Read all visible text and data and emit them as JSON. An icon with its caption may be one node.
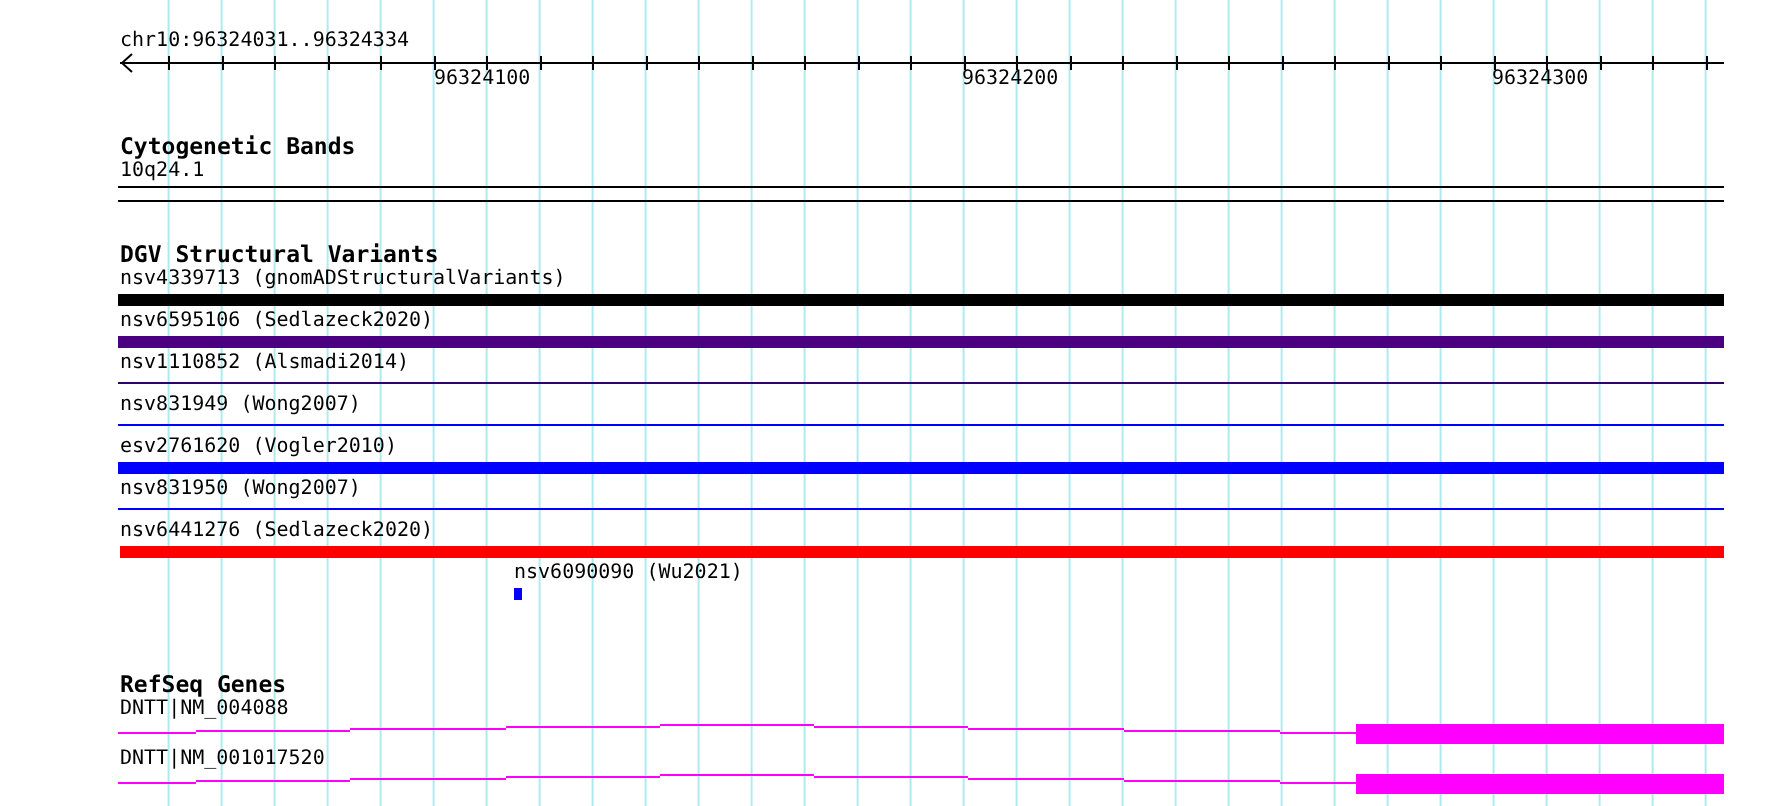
{
  "diagram": {
    "labels": [
      "chr10:96324031..96324334",
      "96324100",
      "96324200",
      "96324300",
      "Cytogenetic Bands",
      "10q24.1",
      "DGV Structural Variants",
      "nsv4339713 (gnomADStructuralVariants)",
      "nsv6595106 (Sedlazeck2020)",
      "nsv1110852 (Alsmadi2014)",
      "nsv831949 (Wong2007)",
      "esv2761620 (Vogler2010)",
      "nsv831950 (Wong2007)",
      "nsv6441276 (Sedlazeck2020)",
      "nsv6090090 (Wu2021)",
      "RefSeq Genes",
      "DNTT|NM_004088",
      "DNTT|NM_001017520"
    ]
  }
}
